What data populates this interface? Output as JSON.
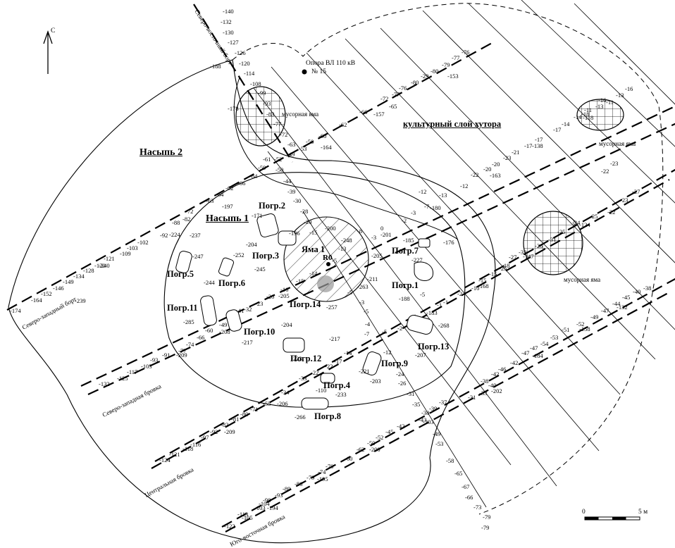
{
  "north": "С",
  "scale": {
    "zero": "0",
    "end": "5 м"
  },
  "titles": {
    "mound2": "Насыпь 2",
    "mound1": "Насыпь 1",
    "culture_layer": "культурный слой хутора",
    "pit1": "Яма 1",
    "r0": "R0",
    "pole": "Опора ВЛ 110 кВ",
    "pole_no": "№ 15",
    "trash_pit": "мусорная яма"
  },
  "burials": [
    "Погр.1",
    "Погр.2",
    "Погр.3",
    "Погр.4",
    "Погр.5",
    "Погр.6",
    "Погр.7",
    "Погр.8",
    "Погр.9",
    "Погр.10",
    "Погр.11",
    "Погр.12",
    "Погр.13",
    "Погр.14"
  ],
  "baulks": {
    "ne": "Северо-восточный борт",
    "nw": "Северо-западный борт",
    "nw_baulk": "Северо-западная бровка",
    "central": "Центральная бровка",
    "se": "Юго-восточная бровка"
  },
  "marks": [
    [
      "-140",
      316,
      12
    ],
    [
      "-132",
      313,
      27
    ],
    [
      "-130",
      316,
      42
    ],
    [
      "-127",
      323,
      56
    ],
    [
      "-126",
      333,
      71
    ],
    [
      "-120",
      339,
      86
    ],
    [
      "-114",
      346,
      100
    ],
    [
      "-108",
      355,
      115
    ],
    [
      "-99",
      366,
      128
    ],
    [
      "-93",
      373,
      143
    ],
    [
      "-83",
      378,
      158
    ],
    [
      "-77",
      388,
      172
    ],
    [
      "-72",
      397,
      187
    ],
    [
      "-63",
      408,
      201
    ],
    [
      "-52",
      389,
      222
    ],
    [
      "-49",
      407,
      215
    ],
    [
      "-61",
      373,
      222
    ],
    [
      "-59",
      366,
      234
    ],
    [
      "-50",
      391,
      237
    ],
    [
      "-53",
      424,
      207
    ],
    [
      "-50",
      434,
      197
    ],
    [
      "-60",
      452,
      189
    ],
    [
      "-164",
      455,
      205
    ],
    [
      "-62",
      481,
      173
    ],
    [
      "-66",
      510,
      155
    ],
    [
      "-157",
      530,
      158
    ],
    [
      "-65",
      552,
      147
    ],
    [
      "-72",
      540,
      136
    ],
    [
      "-77",
      556,
      130
    ],
    [
      "-76",
      566,
      121
    ],
    [
      "-80",
      583,
      113
    ],
    [
      "-29",
      597,
      104
    ],
    [
      "-80",
      611,
      97
    ],
    [
      "-79",
      627,
      88
    ],
    [
      "-153",
      635,
      104
    ],
    [
      "-77",
      641,
      78
    ],
    [
      "-76",
      655,
      70
    ],
    [
      "-188",
      298,
      90
    ],
    [
      "-178",
      323,
      150
    ],
    [
      "-84",
      354,
      246
    ],
    [
      "-66",
      337,
      256
    ],
    [
      "-62",
      320,
      263
    ],
    [
      "-64",
      306,
      272
    ],
    [
      "-63",
      292,
      281
    ],
    [
      "-197",
      315,
      289
    ],
    [
      "-72",
      263,
      296
    ],
    [
      "-82",
      259,
      307
    ],
    [
      "-88",
      244,
      312
    ],
    [
      "-224",
      240,
      329
    ],
    [
      "-92",
      227,
      330
    ],
    [
      "-102",
      195,
      340
    ],
    [
      "-103",
      180,
      348
    ],
    [
      "-109",
      170,
      356
    ],
    [
      "-121",
      147,
      363
    ],
    [
      "-120",
      134,
      373
    ],
    [
      "-128",
      118,
      380
    ],
    [
      "-134",
      104,
      388
    ],
    [
      "-149",
      89,
      396
    ],
    [
      "-146",
      75,
      405
    ],
    [
      "-152",
      58,
      413
    ],
    [
      "-164",
      44,
      422
    ],
    [
      "-174",
      14,
      437
    ],
    [
      "-240",
      140,
      373
    ],
    [
      "-239",
      106,
      423
    ],
    [
      "-237",
      269,
      330
    ],
    [
      "-247",
      273,
      360
    ],
    [
      "-252",
      331,
      358
    ],
    [
      "-245",
      361,
      378
    ],
    [
      "-244",
      289,
      397
    ],
    [
      "-44",
      402,
      253
    ],
    [
      "-39",
      408,
      268
    ],
    [
      "-30",
      416,
      281
    ],
    [
      "-28",
      426,
      296
    ],
    [
      "-20",
      431,
      311
    ],
    [
      "-15",
      439,
      326
    ],
    [
      "-171",
      357,
      302
    ],
    [
      "-196",
      410,
      327
    ],
    [
      "-204",
      349,
      343
    ],
    [
      "-200",
      461,
      320
    ],
    [
      "-248",
      484,
      337
    ],
    [
      "-8",
      507,
      324
    ],
    [
      "-3",
      527,
      333
    ],
    [
      "-201",
      540,
      329
    ],
    [
      "0",
      540,
      320
    ],
    [
      "-205",
      527,
      359
    ],
    [
      "-211",
      521,
      392
    ],
    [
      "-227",
      584,
      365
    ],
    [
      "-185",
      572,
      337
    ],
    [
      "-176",
      629,
      340
    ],
    [
      "-263",
      507,
      403
    ],
    [
      "-257",
      463,
      432
    ],
    [
      "-5",
      493,
      411
    ],
    [
      "-3",
      510,
      425
    ],
    [
      "-5",
      516,
      438
    ],
    [
      "-4",
      518,
      456
    ],
    [
      "-7",
      517,
      470
    ],
    [
      "-5",
      542,
      467
    ],
    [
      "-2",
      564,
      462
    ],
    [
      "-188",
      566,
      420
    ],
    [
      "-183",
      605,
      440
    ],
    [
      "-268",
      622,
      458
    ],
    [
      "-207",
      589,
      500
    ],
    [
      "-12",
      544,
      496
    ],
    [
      "-221",
      509,
      523
    ],
    [
      "-14",
      488,
      497
    ],
    [
      "-17",
      474,
      509
    ],
    [
      "-22",
      461,
      516
    ],
    [
      "-22",
      441,
      525
    ],
    [
      "-33",
      424,
      533
    ],
    [
      "-34",
      399,
      553
    ],
    [
      "-110",
      448,
      550
    ],
    [
      "-233",
      476,
      556
    ],
    [
      "-26",
      565,
      540
    ],
    [
      "-24",
      562,
      527
    ],
    [
      "-203",
      525,
      537
    ],
    [
      "-31",
      577,
      555
    ],
    [
      "-35",
      585,
      570
    ],
    [
      "-266",
      418,
      588
    ],
    [
      "-206",
      393,
      569
    ],
    [
      "-55",
      373,
      569
    ],
    [
      "-71",
      355,
      577
    ],
    [
      "-80",
      341,
      584
    ],
    [
      "-81",
      328,
      591
    ],
    [
      "-83",
      313,
      599
    ],
    [
      "-209",
      318,
      609
    ],
    [
      "-92",
      298,
      609
    ],
    [
      "-97",
      285,
      617
    ],
    [
      "-116",
      270,
      627
    ],
    [
      "-118",
      259,
      633
    ],
    [
      "-121",
      240,
      641
    ],
    [
      "-124",
      226,
      649
    ],
    [
      "-285",
      260,
      453
    ],
    [
      "-60",
      291,
      465
    ],
    [
      "-49",
      311,
      457
    ],
    [
      "-208",
      311,
      467
    ],
    [
      "-41",
      335,
      437
    ],
    [
      "-217",
      343,
      482
    ],
    [
      "-204",
      399,
      457
    ],
    [
      "-217",
      467,
      477
    ],
    [
      "-223",
      413,
      505
    ],
    [
      "-74",
      264,
      485
    ],
    [
      "-66",
      279,
      475
    ],
    [
      "-77",
      253,
      494
    ],
    [
      "-209",
      250,
      500
    ],
    [
      "-91",
      230,
      500
    ],
    [
      "-93",
      213,
      507
    ],
    [
      "-103",
      200,
      516
    ],
    [
      "-117",
      180,
      524
    ],
    [
      "-125",
      166,
      533
    ],
    [
      "-132",
      140,
      541
    ],
    [
      "-20",
      378,
      417
    ],
    [
      "-23",
      362,
      427
    ],
    [
      "-32",
      346,
      435
    ],
    [
      "-16",
      398,
      407
    ],
    [
      "-205",
      395,
      416
    ],
    [
      "-15",
      420,
      395
    ],
    [
      "-14",
      439,
      384
    ],
    [
      "-13",
      480,
      349
    ],
    [
      "-5",
      471,
      366
    ],
    [
      "-2",
      570,
      309
    ],
    [
      "-3",
      583,
      298
    ],
    [
      "-12",
      594,
      268
    ],
    [
      "-13",
      623,
      273
    ],
    [
      "-180",
      610,
      291
    ],
    [
      "-7",
      602,
      289
    ],
    [
      "-12",
      653,
      260
    ],
    [
      "-22",
      668,
      244
    ],
    [
      "-20",
      686,
      236
    ],
    [
      "-163",
      695,
      245
    ],
    [
      "-20",
      698,
      229
    ],
    [
      "-21",
      726,
      212
    ],
    [
      "-23",
      714,
      220
    ],
    [
      "-17",
      744,
      203
    ],
    [
      "-17",
      759,
      194
    ],
    [
      "-138",
      755,
      203
    ],
    [
      "-14",
      797,
      172
    ],
    [
      "-17",
      785,
      180
    ],
    [
      "-18",
      825,
      158
    ],
    [
      "-11",
      829,
      152
    ],
    [
      "-14",
      814,
      162
    ],
    [
      "-118",
      827,
      163
    ],
    [
      "-13",
      845,
      147
    ],
    [
      "-16",
      849,
      138
    ],
    [
      "-11",
      860,
      141
    ],
    [
      "-16",
      887,
      122
    ],
    [
      "-13",
      874,
      131
    ],
    [
      "-22",
      853,
      239
    ],
    [
      "-23",
      866,
      228
    ],
    [
      "-27",
      897,
      268
    ],
    [
      "-23",
      880,
      280
    ],
    [
      "-22",
      862,
      297
    ],
    [
      "-25",
      837,
      303
    ],
    [
      "-24",
      812,
      312
    ],
    [
      "-124",
      822,
      315
    ],
    [
      "-25",
      791,
      325
    ],
    [
      "-31",
      778,
      336
    ],
    [
      "-26",
      759,
      345
    ],
    [
      "-32",
      736,
      354
    ],
    [
      "-147",
      742,
      360
    ],
    [
      "-27",
      722,
      361
    ],
    [
      "-15",
      694,
      385
    ],
    [
      "-15",
      679,
      394
    ],
    [
      "-18",
      712,
      373
    ],
    [
      "-25",
      708,
      377
    ],
    [
      "-168",
      678,
      402
    ],
    [
      "-10",
      669,
      405
    ],
    [
      "-2",
      649,
      413
    ],
    [
      "-1",
      629,
      425
    ],
    [
      "-1",
      620,
      429
    ],
    [
      "-38",
      913,
      405
    ],
    [
      "-40",
      898,
      410
    ],
    [
      "-45",
      883,
      418
    ],
    [
      "-44",
      869,
      427
    ],
    [
      "-132",
      875,
      432
    ],
    [
      "-47",
      853,
      437
    ],
    [
      "-49",
      838,
      446
    ],
    [
      "-52",
      818,
      456
    ],
    [
      "-158",
      822,
      463
    ],
    [
      "-51",
      797,
      464
    ],
    [
      "-53",
      781,
      475
    ],
    [
      "-54",
      767,
      484
    ],
    [
      "-47",
      752,
      490
    ],
    [
      "-47",
      740,
      497
    ],
    [
      "-184",
      755,
      501
    ],
    [
      "-42",
      724,
      511
    ],
    [
      "-46",
      707,
      520
    ],
    [
      "-42",
      697,
      527
    ],
    [
      "-38",
      682,
      537
    ],
    [
      "-202",
      697,
      551
    ],
    [
      "-40",
      693,
      543
    ],
    [
      "-33",
      680,
      554
    ],
    [
      "-31",
      664,
      560
    ],
    [
      "-37",
      623,
      567
    ],
    [
      "-39",
      609,
      576
    ],
    [
      "-38",
      598,
      582
    ],
    [
      "-43",
      594,
      592
    ],
    [
      "-203",
      600,
      595
    ],
    [
      "-42",
      563,
      601
    ],
    [
      "-45",
      547,
      609
    ],
    [
      "-52",
      533,
      617
    ],
    [
      "-50",
      521,
      625
    ],
    [
      "-200",
      524,
      634
    ],
    [
      "-62",
      506,
      634
    ],
    [
      "-60",
      489,
      647
    ],
    [
      "-70",
      462,
      658
    ],
    [
      "-74",
      451,
      666
    ],
    [
      "-195",
      450,
      676
    ],
    [
      "-79",
      435,
      674
    ],
    [
      "-86",
      418,
      683
    ],
    [
      "-89",
      401,
      690
    ],
    [
      "-93",
      390,
      699
    ],
    [
      "-98",
      373,
      706
    ],
    [
      "-104",
      367,
      711
    ],
    [
      "-103",
      361,
      717
    ],
    [
      "-194",
      379,
      717
    ],
    [
      "-113",
      337,
      726
    ],
    [
      "-105",
      343,
      731
    ],
    [
      "-122",
      318,
      743
    ],
    [
      "-49",
      614,
      612
    ],
    [
      "-53",
      618,
      626
    ],
    [
      "-58",
      633,
      650
    ],
    [
      "-65",
      645,
      668
    ],
    [
      "-67",
      655,
      687
    ],
    [
      "-66",
      660,
      702
    ],
    [
      "-73",
      672,
      716
    ],
    [
      "-79",
      685,
      730
    ],
    [
      "-79",
      683,
      745
    ],
    [
      "-5",
      596,
      414
    ]
  ]
}
